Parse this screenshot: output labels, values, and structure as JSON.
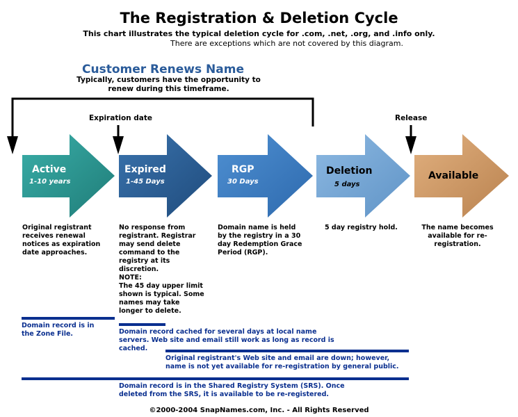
{
  "header": {
    "title": "The Registration & Deletion Cycle",
    "subtitle": "This chart illustrates the typical deletion cycle for .com, .net, .org, and .info only.",
    "note": "There are exceptions which are not covered by this diagram."
  },
  "renew": {
    "title": "Customer Renews Name",
    "text": "Typically, customers have the opportunity to renew during this timeframe."
  },
  "markers": {
    "expiration": "Expiration date",
    "release": "Release"
  },
  "stages": [
    {
      "label": "Active",
      "duration": "1-10 years",
      "color": "#2e9a95",
      "description": "Original registrant receives renewal notices as expiration date approaches."
    },
    {
      "label": "Expired",
      "duration": "1-45 Days",
      "color": "#2d5f96",
      "description": "No response from registrant. Registrar may send delete command to the registry at its discretion.",
      "note_label": "NOTE:",
      "note": "The 45 day upper limit shown is typical. Some names may take longer to delete."
    },
    {
      "label": "RGP",
      "duration": "30 Days",
      "color": "#3f7fc4",
      "description": "Domain name is held by the registry in a 30 day Redemption Grace Period (RGP)."
    },
    {
      "label": "Deletion",
      "duration": "5 days",
      "color": "#77a8d6",
      "description": "5 day registry hold."
    },
    {
      "label": "Available",
      "duration": "",
      "color": "#d39e6d",
      "description": "The name becomes available for re-registration."
    }
  ],
  "bars": [
    {
      "text": "Domain record is in the Zone File."
    },
    {
      "text": "Domain record cached for several days at local name servers. Web site and email still work as long as record is cached."
    },
    {
      "text": "Original registrant's Web site and email are down; however, name is not yet available for re-registration by general public."
    },
    {
      "text": "Domain record is in the Shared Registry System (SRS). Once deleted from the SRS, it is available to be re-registered."
    }
  ],
  "footer": "©2000-2004 SnapNames.com, Inc. - All Rights Reserved"
}
